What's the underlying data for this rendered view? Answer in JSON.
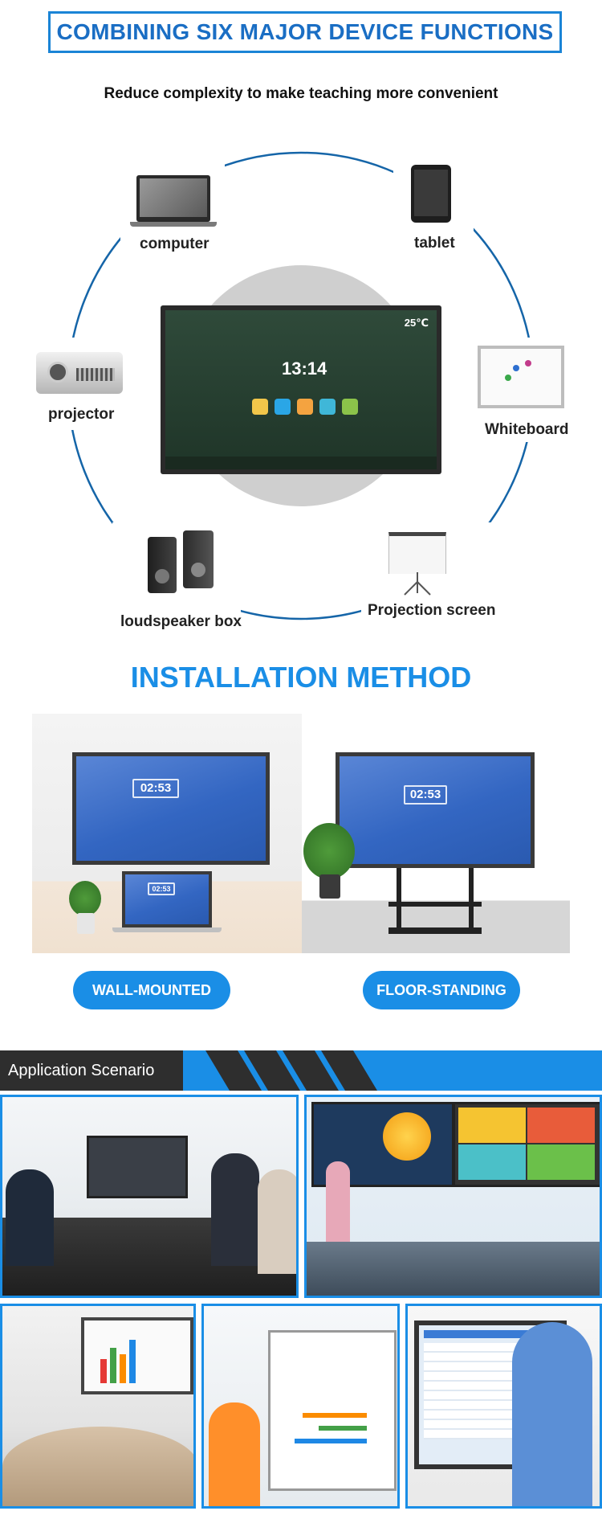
{
  "header": {
    "title": "COMBINING SIX MAJOR DEVICE FUNCTIONS",
    "subtitle": "Reduce complexity to make teaching more convenient"
  },
  "devices": {
    "computer": "computer",
    "tablet": "tablet",
    "projector": "projector",
    "whiteboard": "Whiteboard",
    "speaker": "loudspeaker box",
    "screen": "Projection screen"
  },
  "panel": {
    "time": "13:14",
    "temperature": "25℃"
  },
  "installation": {
    "title": "INSTALLATION METHOD",
    "wall_time": "02:53",
    "floor_time": "02:53",
    "laptop_time": "02:53",
    "wall_label": "WALL-MOUNTED",
    "floor_label": "FLOOR-STANDING"
  },
  "scenario": {
    "label": "Application Scenario"
  },
  "colors": {
    "accent": "#1a8ee6",
    "title_blue": "#1a6ec4",
    "dark_bar": "#2e2e2e"
  }
}
